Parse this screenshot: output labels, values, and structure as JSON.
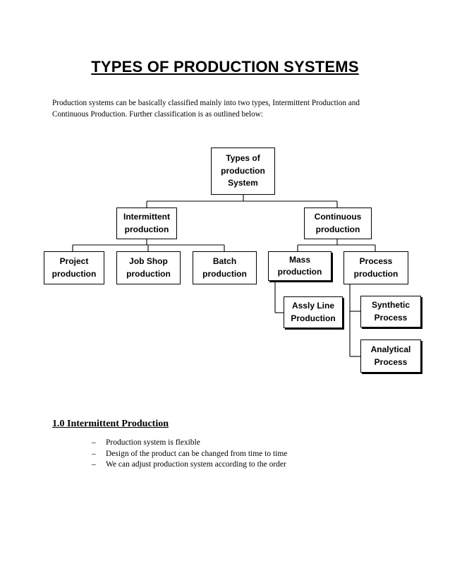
{
  "title": "TYPES OF PRODUCTION SYSTEMS",
  "intro": {
    "line1": "Production systems can be basically classified mainly into two types, Intermittent Production and",
    "line2": "Continuous Production. Further classification is as outlined  below:"
  },
  "diagram": {
    "root": "Types of\nproduction\nSystem",
    "intermittent": "Intermittent\nproduction",
    "continuous": "Continuous\nproduction",
    "project": "Project\nproduction",
    "job_shop": "Job Shop\nproduction",
    "batch": "Batch\nproduction",
    "mass": "Mass\nproduction",
    "process": "Process\nproduction",
    "assly_line": "Assly Line\nProduction",
    "synthetic": "Synthetic\nProcess",
    "analytical": "Analytical\nProcess"
  },
  "section": {
    "heading": "1.0  Intermittent Production",
    "dash": "–",
    "bullets": [
      "Production system is flexible",
      "Design of the product can be changed from  time to time",
      "We can adjust production system according to the order"
    ]
  }
}
